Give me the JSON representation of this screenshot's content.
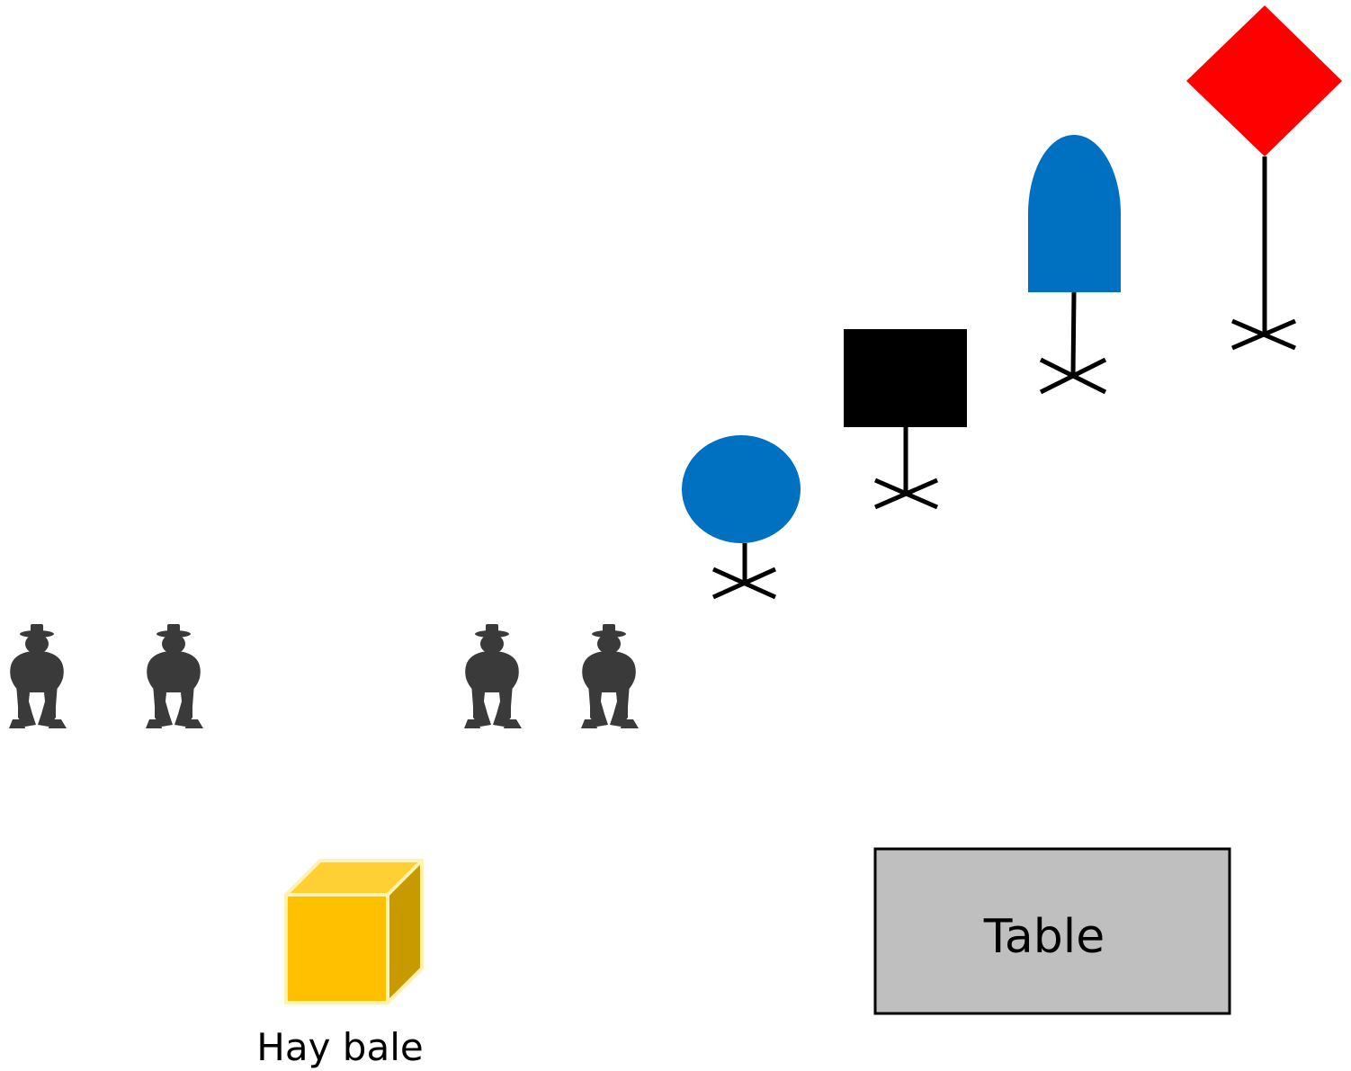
{
  "colors": {
    "background": "#ffffff",
    "figure_fill": "#3a3a3a",
    "stand_stroke": "#000000",
    "circle_sign": "#0070c0",
    "square_sign": "#000000",
    "bullet_sign": "#0070c0",
    "diamond_sign": "#ff0000",
    "hay_front": "#ffc000",
    "hay_top": "#ffd034",
    "hay_side": "#c99a00",
    "hay_outline": "#fff2b3",
    "table_fill": "#bfbfbf",
    "table_stroke": "#000000"
  },
  "figures": [
    {
      "icon": "crouching-cowboy-icon"
    },
    {
      "icon": "crouching-cowboy-icon"
    },
    {
      "icon": "crouching-cowboy-icon"
    },
    {
      "icon": "crouching-cowboy-icon"
    }
  ],
  "targets": [
    {
      "shape": "circle",
      "icon": "circle-target-icon"
    },
    {
      "shape": "square",
      "icon": "square-target-icon"
    },
    {
      "shape": "bullet",
      "icon": "bullet-target-icon"
    },
    {
      "shape": "diamond",
      "icon": "diamond-target-icon"
    }
  ],
  "hay_bale": {
    "label": "Hay bale",
    "icon": "hay-bale-icon"
  },
  "table": {
    "label": "Table"
  }
}
